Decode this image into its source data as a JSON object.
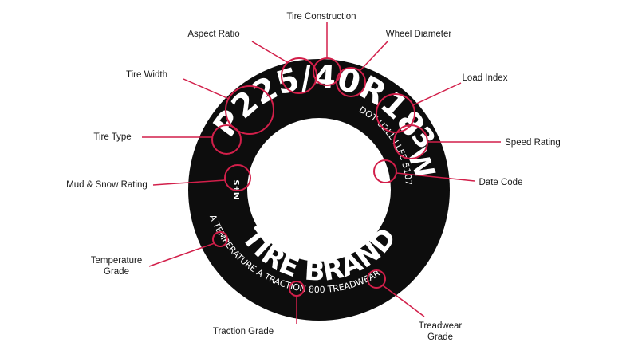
{
  "tire": {
    "size_code": {
      "type": "P",
      "width": "225",
      "slash": "/",
      "aspect": "40",
      "construction": "R",
      "diameter": "18"
    },
    "service": {
      "load_index": "93",
      "speed_rating": "W"
    },
    "dot_code": "DOT U2LL LLFE",
    "date_code": "5107",
    "mud_snow": "M+S",
    "brand": "TIRE BRAND",
    "treadwear": "TREADWEAR",
    "treadwear_value": "800",
    "traction": "TRACTION",
    "traction_value": "A",
    "temperature": "TEMPERATURE",
    "temperature_value": "A"
  },
  "labels": {
    "tire_construction": "Tire Construction",
    "aspect_ratio": "Aspect Ratio",
    "wheel_diameter": "Wheel Diameter",
    "tire_width": "Tire Width",
    "load_index": "Load Index",
    "tire_type": "Tire Type",
    "speed_rating": "Speed Rating",
    "date_code": "Date Code",
    "mud_snow": "Mud & Snow Rating",
    "temperature_line1": "Temperature",
    "temperature_line2": "Grade",
    "traction_grade": "Traction Grade",
    "treadwear_line1": "Treadwear",
    "treadwear_line2": "Grade"
  },
  "colors": {
    "tire": "#0d0d0d",
    "accent": "#d21f4a",
    "text": "#1a1a1a",
    "sidewall_text": "#ffffff"
  }
}
